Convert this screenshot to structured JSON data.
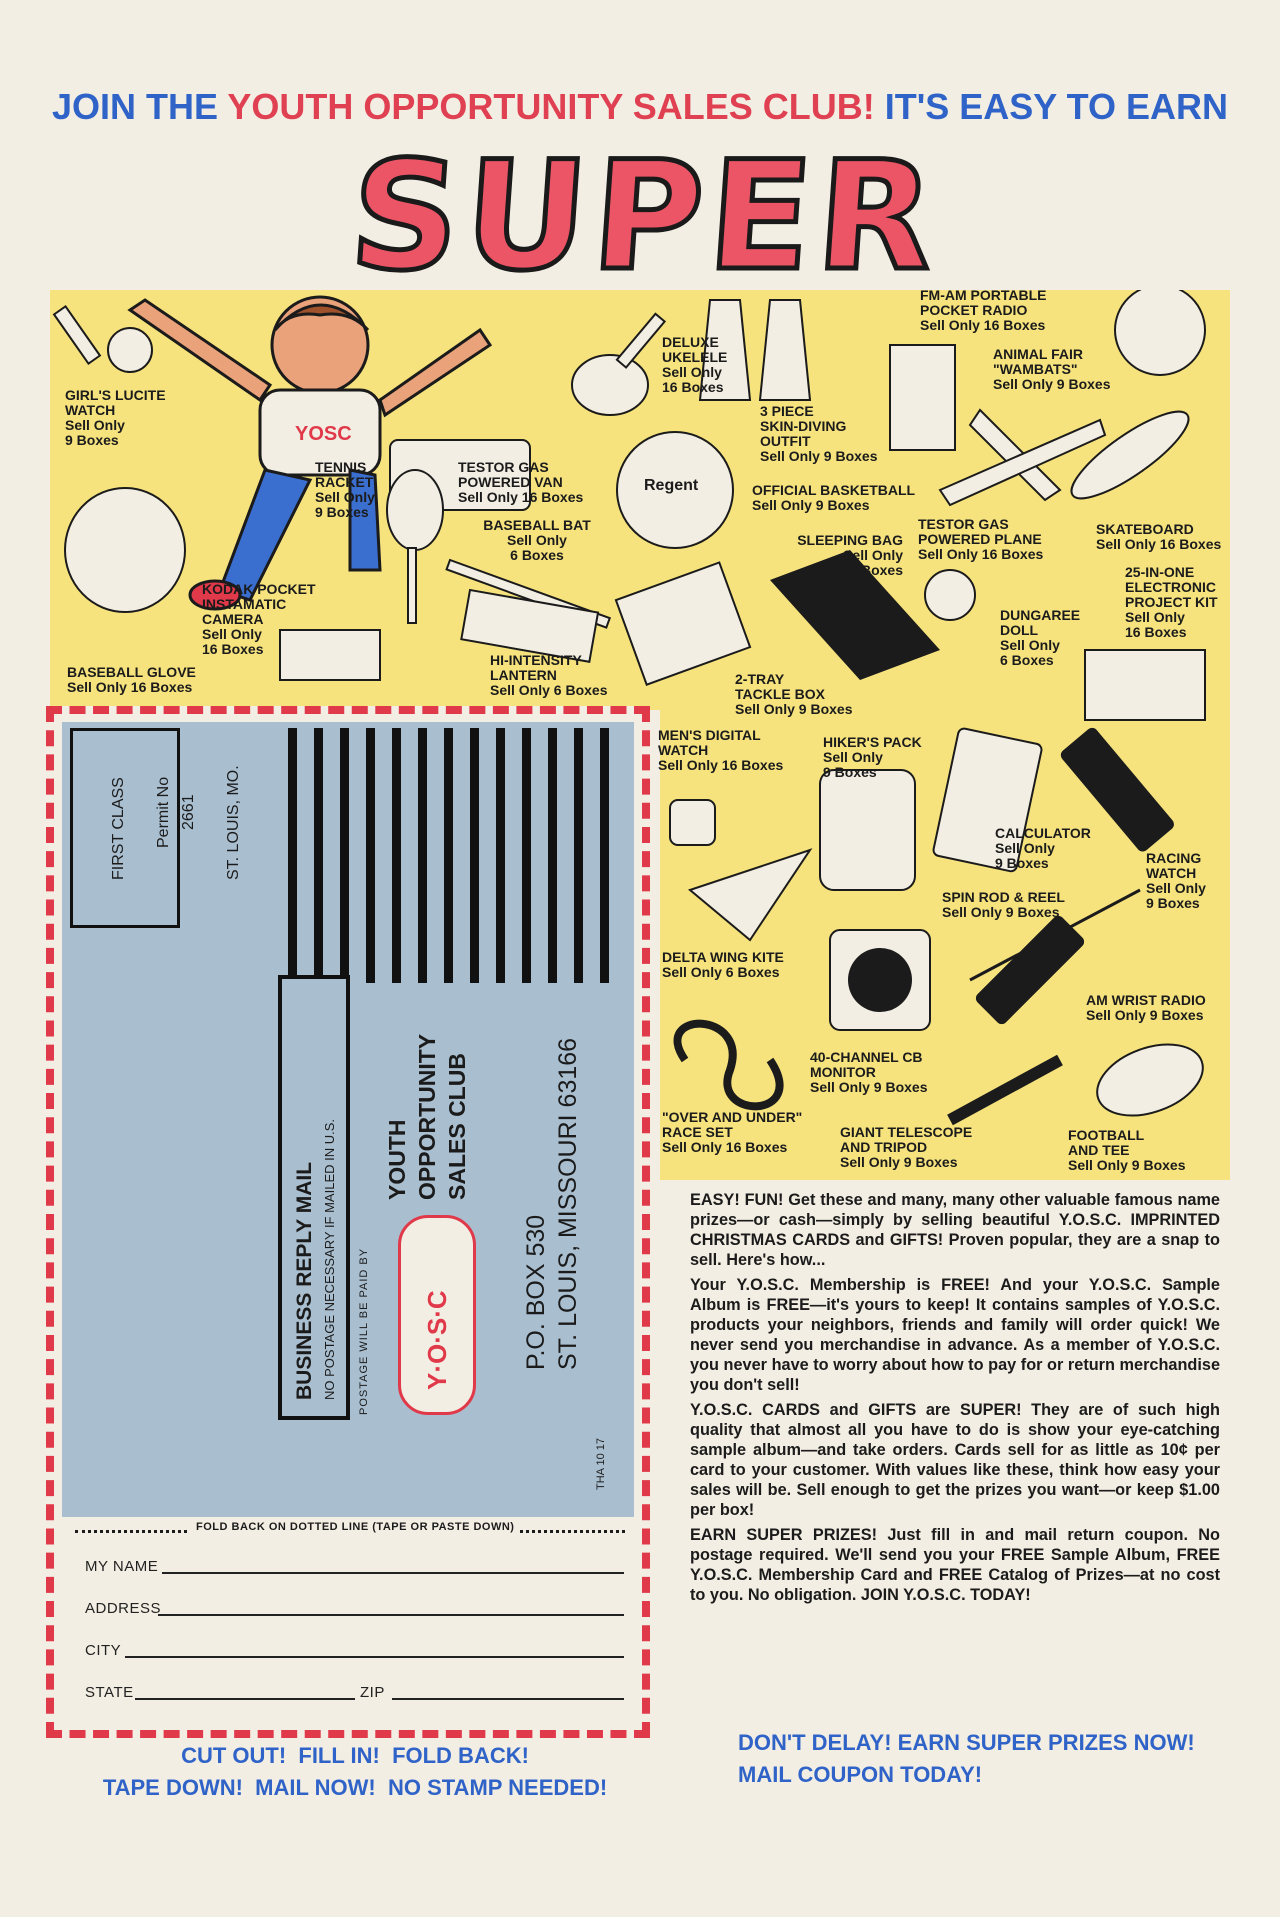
{
  "header": {
    "line1_a": "JOIN THE ",
    "line1_b": "YOUTH OPPORTUNITY SALES CLUB!",
    "line1_c": " IT'S EASY TO EARN",
    "title": "SUPER PRIZES"
  },
  "mascot_shirt": "YOSC",
  "basketball_brand": "Regent",
  "prizes": {
    "watch": [
      "GIRL'S LUCITE",
      "WATCH",
      "Sell Only",
      "9 Boxes"
    ],
    "ukelele": [
      "DELUXE",
      "UKELELE",
      "Sell Only",
      "16 Boxes"
    ],
    "radio": [
      "FM-AM PORTABLE",
      "POCKET RADIO",
      "Sell Only 16 Boxes"
    ],
    "wambats": [
      "ANIMAL FAIR",
      "\"WAMBATS\"",
      "Sell Only 9 Boxes"
    ],
    "skin": [
      "3 PIECE",
      "SKIN-DIVING",
      "OUTFIT",
      "Sell Only 9 Boxes"
    ],
    "tennis": [
      "TENNIS",
      "RACKET",
      "Sell Only",
      "9 Boxes"
    ],
    "van": [
      "TESTOR GAS",
      "POWERED VAN",
      "Sell Only 16 Boxes"
    ],
    "basketball": [
      "OFFICIAL BASKETBALL",
      "Sell Only 9 Boxes"
    ],
    "plane": [
      "TESTOR GAS",
      "POWERED PLANE",
      "Sell Only 16 Boxes"
    ],
    "skateboard": [
      "SKATEBOARD",
      "Sell Only 16 Boxes"
    ],
    "bat": [
      "BASEBALL BAT",
      "Sell Only",
      "6 Boxes"
    ],
    "sleeping": [
      "SLEEPING BAG",
      "Sell Only",
      "16 Boxes"
    ],
    "kit": [
      "25-IN-ONE",
      "ELECTRONIC",
      "PROJECT KIT",
      "Sell Only",
      "16 Boxes"
    ],
    "camera": [
      "KODAK POCKET",
      "INSTAMATIC",
      "CAMERA",
      "Sell Only",
      "16 Boxes"
    ],
    "doll": [
      "DUNGAREE",
      "DOLL",
      "Sell Only",
      "6 Boxes"
    ],
    "glove": [
      "BASEBALL GLOVE",
      "Sell Only 16 Boxes"
    ],
    "lantern": [
      "HI-INTENSITY",
      "LANTERN",
      "Sell Only 6 Boxes"
    ],
    "tackle": [
      "2-TRAY",
      "TACKLE BOX",
      "Sell Only 9 Boxes"
    ],
    "digital": [
      "MEN'S DIGITAL",
      "WATCH",
      "Sell Only 16 Boxes"
    ],
    "hiker": [
      "HIKER'S PACK",
      "Sell Only",
      "9 Boxes"
    ],
    "calculator": [
      "CALCULATOR",
      "Sell Only",
      "9 Boxes"
    ],
    "racing": [
      "RACING",
      "WATCH",
      "Sell Only",
      "9 Boxes"
    ],
    "spin": [
      "SPIN ROD & REEL",
      "Sell Only 9 Boxes"
    ],
    "kite": [
      "DELTA WING KITE",
      "Sell Only 6 Boxes"
    ],
    "wrist": [
      "AM WRIST RADIO",
      "Sell Only 9 Boxes"
    ],
    "cb": [
      "40-CHANNEL CB",
      "MONITOR",
      "Sell Only 9 Boxes"
    ],
    "race": [
      "\"OVER AND UNDER\"",
      "RACE SET",
      "Sell Only 16 Boxes"
    ],
    "telescope": [
      "GIANT TELESCOPE",
      "AND TRIPOD",
      "Sell Only 9 Boxes"
    ],
    "football": [
      "FOOTBALL",
      "AND TEE",
      "Sell Only 9 Boxes"
    ]
  },
  "coupon": {
    "stamp": [
      "FIRST CLASS",
      "Permit No",
      "2661",
      "ST. LOUIS, MO."
    ],
    "brm_title": "BUSINESS REPLY MAIL",
    "brm_sub": "NO POSTAGE NECESSARY IF MAILED IN U.S.",
    "postage": "POSTAGE WILL BE PAID BY",
    "club": [
      "YOUTH",
      "OPPORTUNITY",
      "SALES CLUB"
    ],
    "oval": "Y·O·S·C",
    "address": [
      "P.O. BOX 530",
      "ST. LOUIS, MISSOURI 63166"
    ],
    "code": "THA 10 17",
    "fold": "FOLD BACK ON DOTTED LINE (TAPE OR PASTE DOWN)",
    "fields": {
      "name": "MY NAME",
      "address": "ADDRESS",
      "city": "CITY",
      "state": "STATE",
      "zip": "ZIP"
    }
  },
  "cta_left": [
    "CUT OUT!  FILL IN!  FOLD BACK!",
    "TAPE DOWN!  MAIL NOW!  NO STAMP NEEDED!"
  ],
  "cta_right": [
    "DON'T DELAY! EARN SUPER PRIZES NOW!",
    "MAIL COUPON TODAY!"
  ],
  "body": [
    "EASY! FUN! Get these and many, many other valuable famous name prizes—or cash—simply by selling beautiful Y.O.S.C. IMPRINTED CHRISTMAS CARDS and GIFTS! Proven popular, they are a snap to sell. Here's how...",
    "Your Y.O.S.C. Membership is FREE! And your Y.O.S.C. Sample Album is FREE—it's yours to keep! It contains samples of Y.O.S.C. products your neighbors, friends and family will order quick! We never send you merchandise in advance. As a member of Y.O.S.C. you never have to worry about how to pay for or return merchandise you don't sell!",
    "Y.O.S.C. CARDS and GIFTS are SUPER! They are of such high quality that almost all you have to do is show your eye-catching sample album—and take orders. Cards sell for as little as 10¢ per card to your customer. With values like these, think how easy your sales will be. Sell enough to get the prizes you want—or keep $1.00 per box!",
    "EARN SUPER PRIZES! Just fill in and mail return coupon. No postage required. We'll send you your FREE Sample Album, FREE Y.O.S.C. Membership Card and FREE Catalog of Prizes—at no cost to you. No obligation. JOIN Y.O.S.C. TODAY!"
  ]
}
